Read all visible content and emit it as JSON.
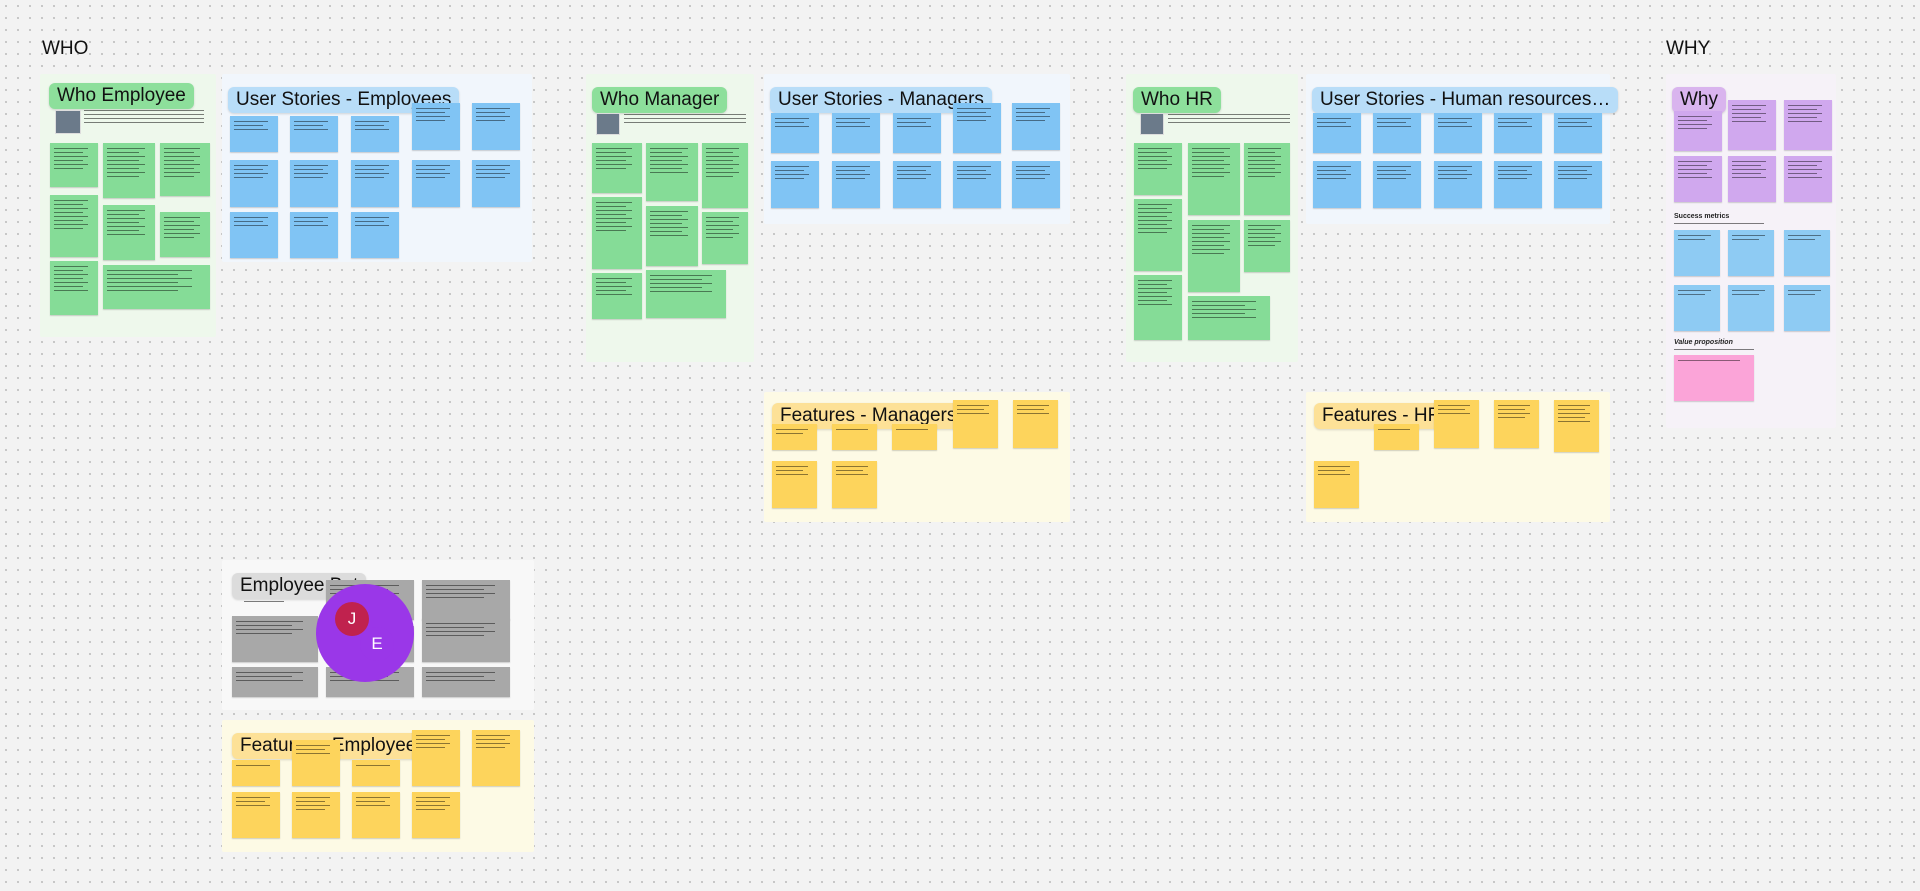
{
  "board": {
    "headings": {
      "who": "WHO",
      "why": "WHY"
    },
    "sections": {
      "who_employee": "Who Employee",
      "user_stories_employees": "User Stories - Employees",
      "who_manager": "Who Manager",
      "user_stories_managers": "User Stories - Managers",
      "who_hr": "Who HR",
      "user_stories_hr": "User Stories - Human resources…",
      "why": "Why",
      "employee_bot": "Employee Bot",
      "features_employees": "Features - Employees",
      "features_managers": "Features - Managers",
      "features_hr": "Features - HR"
    },
    "why_labels": {
      "success_metrics": "Success metrics",
      "value_proposition": "Value proposition"
    },
    "collaborators": [
      {
        "initial": "J",
        "color": "#c0224e"
      },
      {
        "initial": "E",
        "color": "#9a37e8"
      }
    ]
  }
}
